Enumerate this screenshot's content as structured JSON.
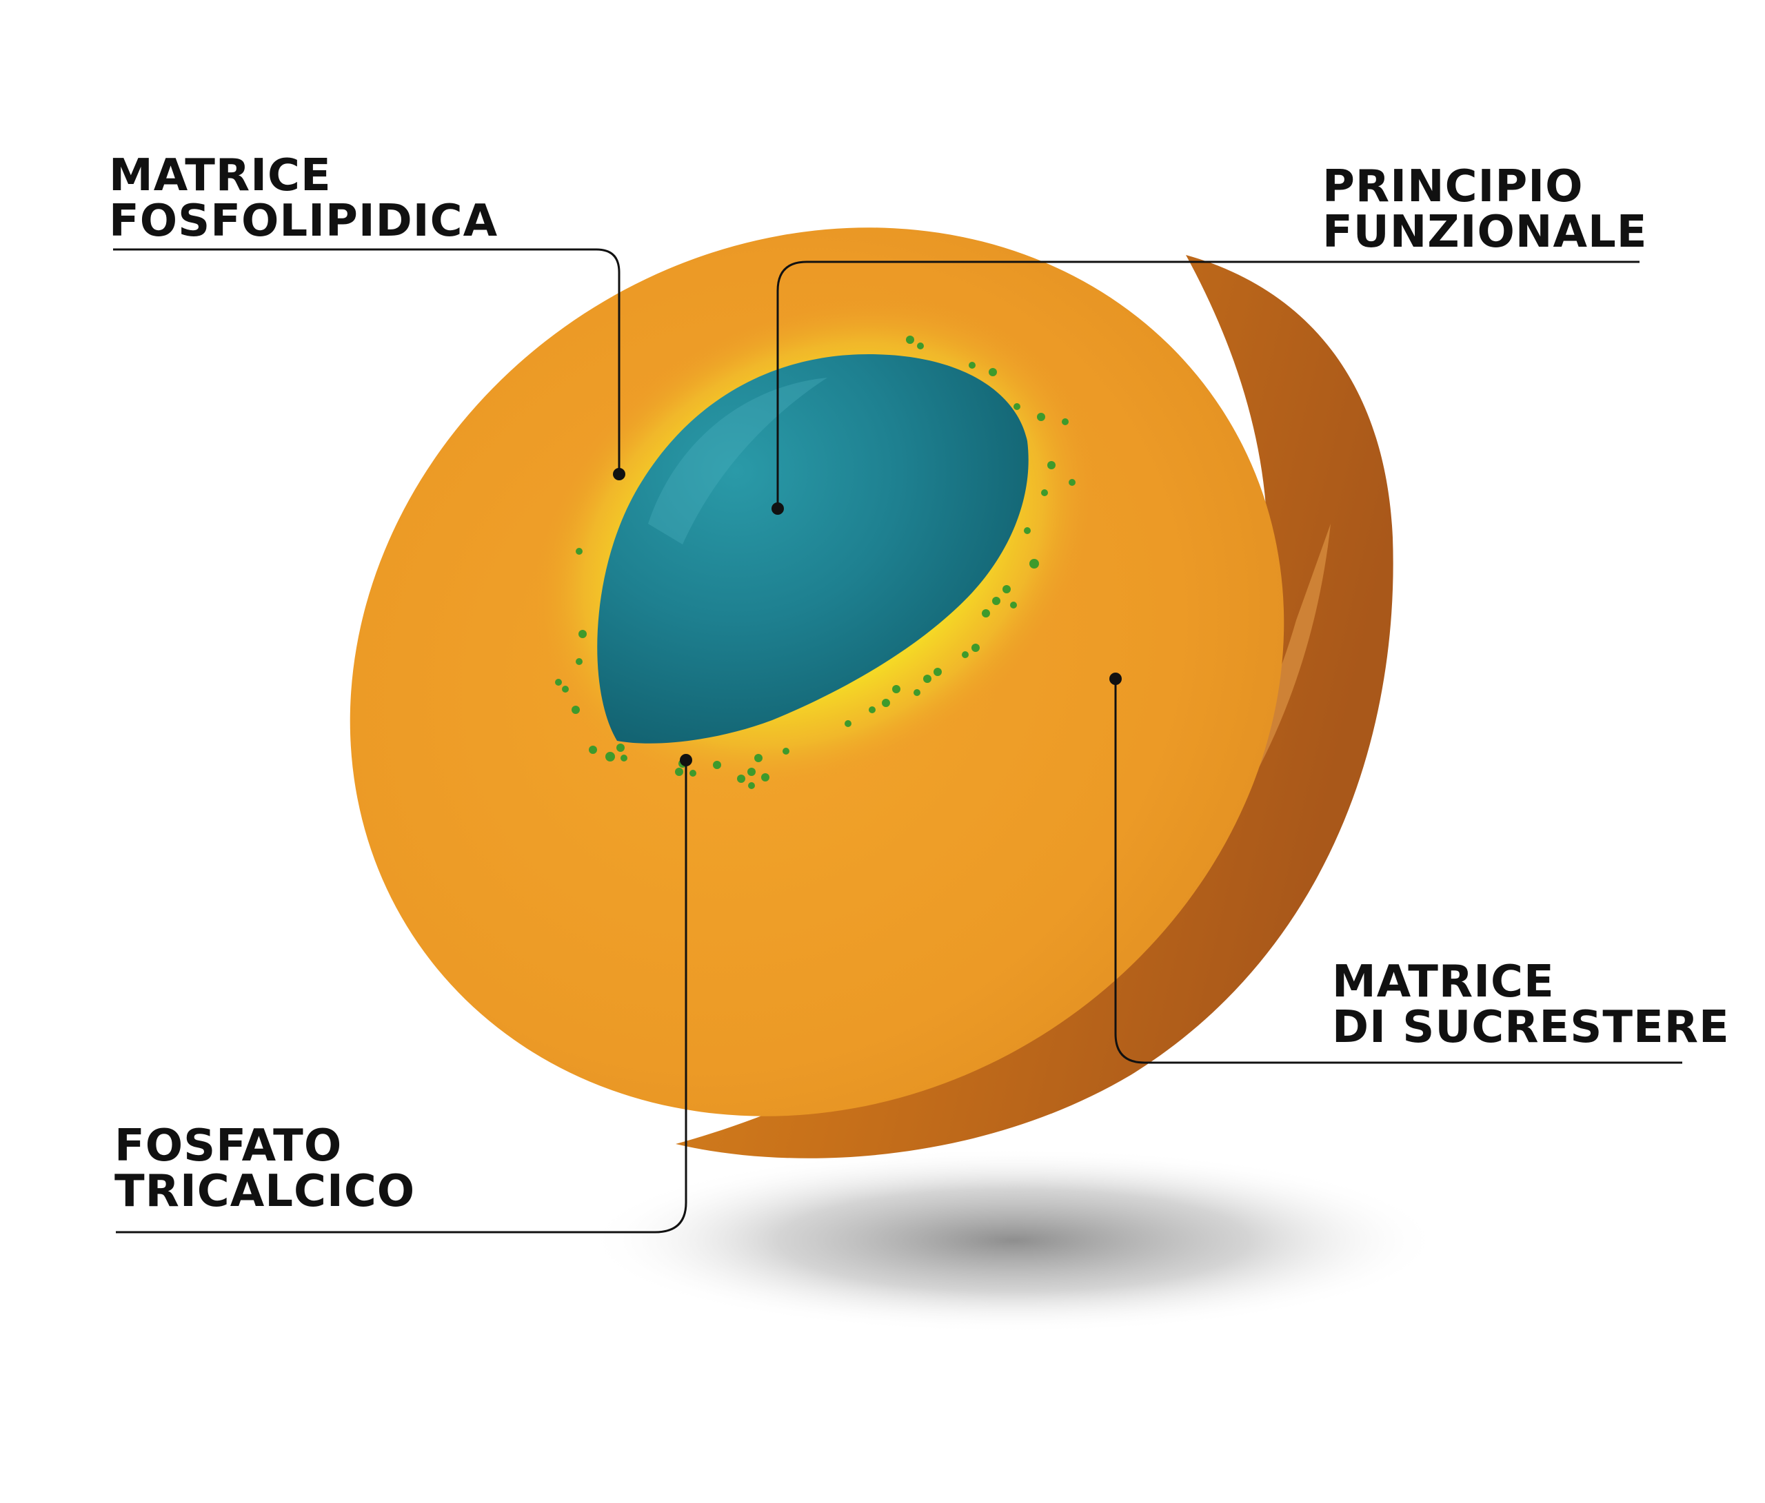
{
  "labels": {
    "phospholipid_matrix": {
      "line1": "MATRICE",
      "line2": "FOSFOLIPIDICA"
    },
    "active_ingredient": {
      "line1": "PRINCIPIO",
      "line2": "FUNZIONALE"
    },
    "sucrester_matrix": {
      "line1": "MATRICE",
      "line2": "DI SUCRESTERE"
    },
    "tricalcium_phosphate": {
      "line1": "FOSFATO",
      "line2": "TRICALCICO"
    }
  },
  "colors": {
    "shell_orange": "#EDA028",
    "shell_dark": "#C9741C",
    "yellow_layer": "#F4E021",
    "core_teal": "#1E8090",
    "particles_green": "#3E9A2C",
    "lines": "#111111"
  }
}
